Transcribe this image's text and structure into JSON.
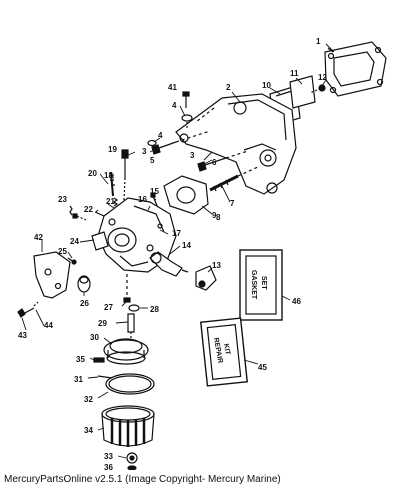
{
  "diagram": {
    "callouts": [
      "1",
      "2",
      "3",
      "3",
      "4",
      "4",
      "5",
      "6",
      "7",
      "8",
      "9",
      "10",
      "11",
      "12",
      "13",
      "14",
      "15",
      "16",
      "17",
      "18",
      "19",
      "20",
      "21",
      "22",
      "23",
      "24",
      "25",
      "26",
      "27",
      "28",
      "29",
      "30",
      "31",
      "32",
      "33",
      "34",
      "35",
      "36",
      "41",
      "42",
      "43",
      "44",
      "45",
      "46"
    ],
    "gasket_set_box": {
      "line1": "GASKET",
      "line2": "SET"
    },
    "repair_kit_box": {
      "line1": "REPAIR",
      "line2": "KIT"
    }
  },
  "footer": {
    "copyright": "MercuryPartsOnline v2.5.1 (Image Copyright- Mercury Marine)"
  },
  "colors": {
    "ink": "#111111",
    "paper": "#ffffff"
  }
}
